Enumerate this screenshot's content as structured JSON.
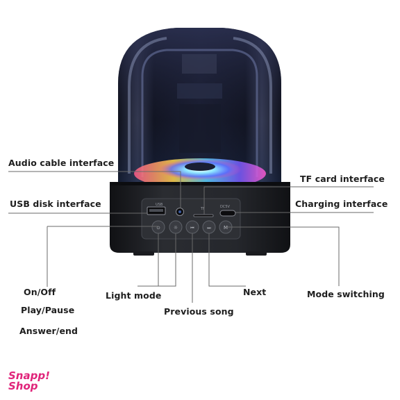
{
  "callouts": {
    "audio_cable_interface": "Audio cable interface",
    "usb_disk_interface": "USB disk interface",
    "tf_card_interface": "TF card interface",
    "charging_interface": "Charging interface",
    "on_off": "On/Off",
    "play_pause": "Play/Pause",
    "answer_end": "Answer/end",
    "light_mode": "Light mode",
    "previous_song": "Previous song",
    "next": "Next",
    "mode_switching": "Mode switching"
  },
  "port_markings": {
    "usb": "USB",
    "tf": "TF",
    "dc5v": "DC5V"
  },
  "brand": {
    "line1": "Snapp!",
    "line2": "Shop",
    "color": "#e0247a"
  },
  "colors": {
    "speaker_body": "#1b1d22",
    "led_ring": "#5ad0ff"
  }
}
